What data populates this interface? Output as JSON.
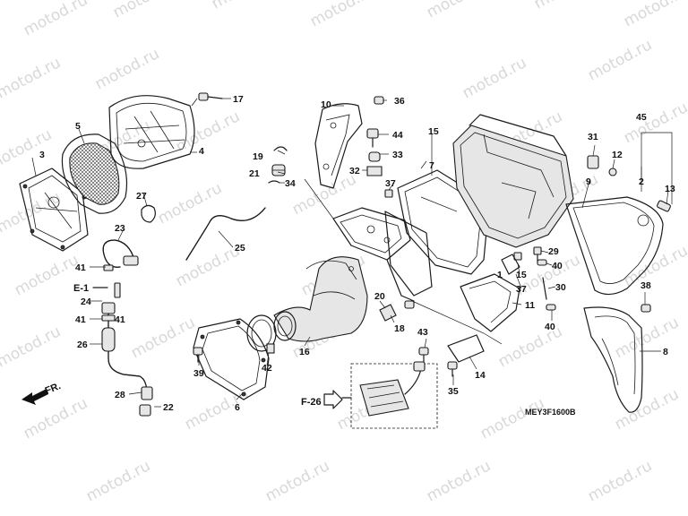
{
  "watermark": "motod.ru",
  "diagram_code": "MEY3F1600B",
  "refs": {
    "e1": "E-1",
    "f26": "F-26",
    "front": "FR."
  },
  "callouts": [
    "1",
    "2",
    "3",
    "4",
    "5",
    "6",
    "7",
    "8",
    "9",
    "10",
    "11",
    "12",
    "13",
    "14",
    "15",
    "16",
    "17",
    "18",
    "19",
    "20",
    "21",
    "22",
    "23",
    "24",
    "25",
    "26",
    "27",
    "28",
    "29",
    "30",
    "31",
    "32",
    "33",
    "34",
    "35",
    "36",
    "37",
    "38",
    "39",
    "40",
    "41",
    "42",
    "43",
    "44",
    "45"
  ],
  "colors": {
    "ink": "#1a1a1a",
    "watermark": "#b9b9b9",
    "background": "#ffffff"
  }
}
